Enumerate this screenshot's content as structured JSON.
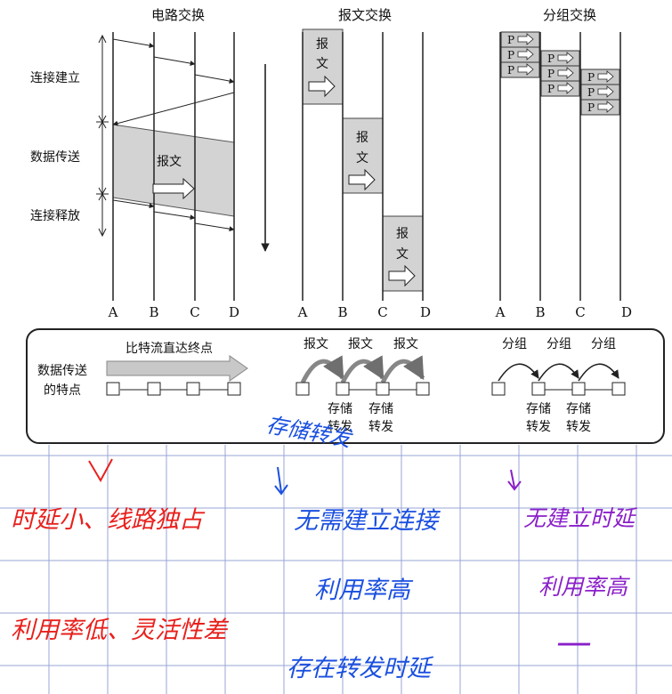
{
  "diagram": {
    "panels": [
      {
        "title": "电路交换",
        "nodes": [
          "A",
          "B",
          "C",
          "D"
        ]
      },
      {
        "title": "报文交换",
        "nodes": [
          "A",
          "B",
          "C",
          "D"
        ]
      },
      {
        "title": "分组交换",
        "nodes": [
          "A",
          "B",
          "C",
          "D"
        ]
      }
    ],
    "phases": [
      "连接建立",
      "数据传送",
      "连接释放"
    ],
    "message_label": "报文",
    "packet_label": "P",
    "features": {
      "title": "数据传送的特点",
      "title_line1": "数据传送",
      "title_line2": "的特点",
      "circuit_caption": "比特流直达终点",
      "message_hops": [
        "报文",
        "报文",
        "报文"
      ],
      "packet_hops": [
        "分组",
        "分组",
        "分组"
      ],
      "store_forward": [
        "存储转发",
        "存储转发"
      ],
      "store_forward_lines": {
        "line1": "存储",
        "line2": "转发"
      }
    }
  },
  "notes": {
    "circuit": [
      "时延小、线路独占",
      "利用率低、灵活性差"
    ],
    "message": [
      "存储转发",
      "无需建立连接",
      "利用率高",
      "存在转发时延"
    ],
    "packet": [
      "无建立时延",
      "利用率高",
      "—"
    ]
  },
  "colors": {
    "grid": "#9aa4d6",
    "circuit_note": "#e8201c",
    "message_note": "#1a4fe0",
    "packet_note": "#8a1fc9",
    "shade": "#d3d3d3"
  }
}
